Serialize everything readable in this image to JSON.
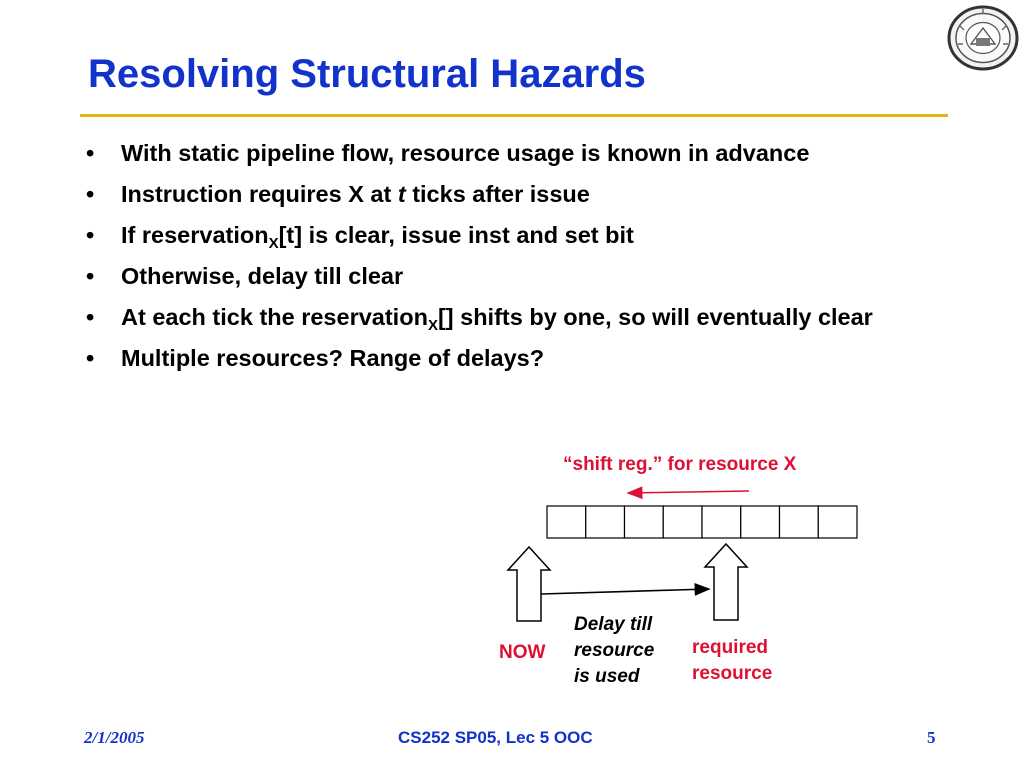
{
  "slide": {
    "title": "Resolving Structural Hazards",
    "bullet_char": "•",
    "bullets": [
      {
        "text": "With static pipeline flow, resource usage is known in advance"
      },
      {
        "before": "Instruction requires X at ",
        "italic": "t",
        "after": " ticks after issue"
      },
      {
        "before": "If reservation",
        "sub": "X",
        "after": "[t] is clear, issue inst and set bit"
      },
      {
        "text": "Otherwise, delay till clear"
      },
      {
        "before": "At each tick the reservation",
        "sub": "X",
        "after": "[] shifts by one, so will eventually clear"
      },
      {
        "text": "Multiple resources?  Range of delays?"
      }
    ]
  },
  "diagram": {
    "shift_label": "“shift reg.” for resource X",
    "now_label": "NOW",
    "delay_line1": "Delay till",
    "delay_line2": "resource",
    "delay_line3": "is used",
    "required_line1": "required",
    "required_line2": "resource",
    "register_cells": 8,
    "colors": {
      "red": "#dd1133",
      "black": "#000000",
      "title_blue": "#1133cc",
      "rule_gold": "#e8b414"
    }
  },
  "footer": {
    "date": "2/1/2005",
    "course": "CS252 SP05, Lec 5 OOC",
    "page": "5"
  },
  "logo": {
    "icon": "university-seal-icon"
  }
}
